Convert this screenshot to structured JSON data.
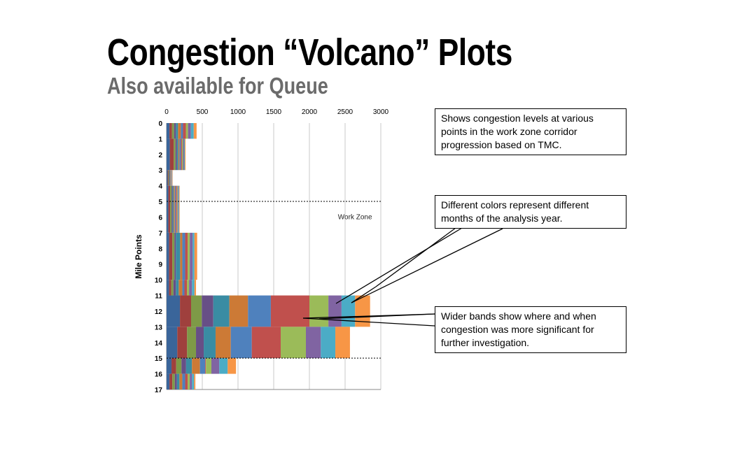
{
  "slide": {
    "title": "Congestion “Volcano” Plots",
    "subtitle": "Also available for Queue"
  },
  "annotations": [
    "Shows congestion levels at various points in the work zone corridor progression based on TMC.",
    "Different colors represent different months of the analysis year.",
    "Wider bands show where and when congestion was more significant for further investigation."
  ],
  "chart_data": {
    "type": "bar",
    "orientation": "horizontal-stacked-bands",
    "title": "",
    "xlabel": "",
    "ylabel": "Mile Points",
    "xlim": [
      0,
      3000
    ],
    "ylim": [
      0,
      17
    ],
    "x_ticks": [
      "0",
      "500",
      "1000",
      "1500",
      "2000",
      "2500",
      "3000"
    ],
    "y_ticks": [
      "0",
      "1",
      "2",
      "3",
      "4",
      "5",
      "6",
      "7",
      "8",
      "9",
      "10",
      "11",
      "12",
      "13",
      "14",
      "15",
      "16",
      "17"
    ],
    "grid": "vertical",
    "reference_lines": [
      {
        "y": 5
      },
      {
        "y": 15
      }
    ],
    "region_label": {
      "text": "Work Zone",
      "x": 2400,
      "y": 6
    },
    "series_colors": [
      "#3a659a",
      "#9f403d",
      "#7e9a47",
      "#674f86",
      "#3a8ca3",
      "#cc7a36",
      "#4f81bd",
      "#c0504d",
      "#9bbb59",
      "#8064a2",
      "#4bacc6",
      "#f79646"
    ],
    "bands": [
      {
        "from": 0,
        "to": 1,
        "values": [
          40,
          35,
          30,
          25,
          30,
          40,
          30,
          40,
          30,
          40,
          40,
          40
        ]
      },
      {
        "from": 1,
        "to": 3,
        "values": [
          45,
          55,
          25,
          20,
          20,
          15,
          20,
          15,
          15,
          15,
          10,
          10
        ]
      },
      {
        "from": 3,
        "to": 4,
        "values": [
          15,
          10,
          10,
          10,
          5,
          5,
          5,
          5,
          5,
          5,
          5,
          5
        ]
      },
      {
        "from": 4,
        "to": 7,
        "values": [
          25,
          25,
          20,
          15,
          15,
          15,
          15,
          15,
          10,
          10,
          10,
          8
        ]
      },
      {
        "from": 7,
        "to": 10,
        "values": [
          35,
          45,
          30,
          20,
          60,
          30,
          40,
          35,
          30,
          40,
          25,
          38
        ]
      },
      {
        "from": 10,
        "to": 11,
        "values": [
          35,
          30,
          30,
          35,
          40,
          50,
          30,
          35,
          30,
          40,
          35,
          22
        ]
      },
      {
        "from": 11,
        "to": 13,
        "values": [
          187,
          156,
          150,
          161,
          225,
          261,
          320,
          540,
          266,
          184,
          190,
          210
        ]
      },
      {
        "from": 13,
        "to": 15,
        "values": [
          150,
          137,
          125,
          108,
          166,
          213,
          294,
          405,
          353,
          209,
          203,
          205
        ]
      },
      {
        "from": 15,
        "to": 16,
        "values": [
          69,
          66,
          73,
          65,
          82,
          112,
          74,
          10,
          76,
          111,
          117,
          117
        ]
      },
      {
        "from": 16,
        "to": 17,
        "values": [
          40,
          40,
          35,
          30,
          35,
          40,
          40,
          35,
          30,
          30,
          30,
          18
        ]
      }
    ]
  }
}
